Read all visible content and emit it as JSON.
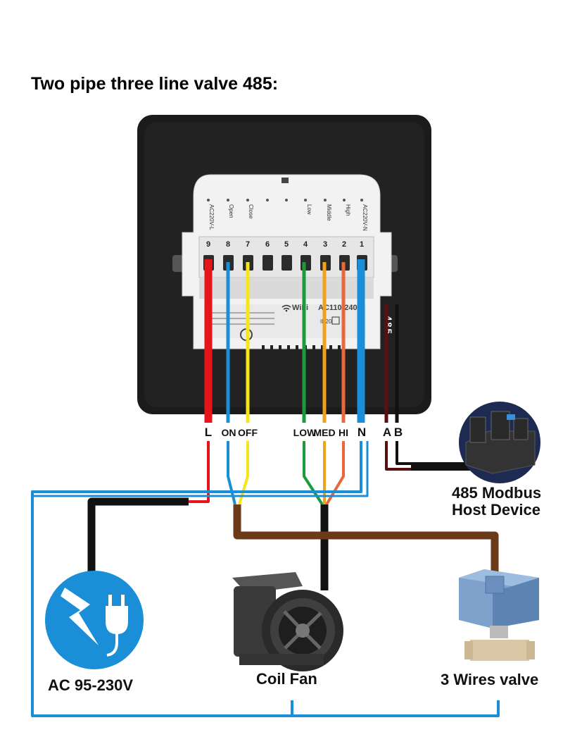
{
  "title": "Two pipe three line valve 485:",
  "device": {
    "terminal_numbers": [
      "9",
      "8",
      "7",
      "6",
      "5",
      "4",
      "3",
      "2",
      "1"
    ],
    "terminal_labels": [
      "AC220V-L",
      "Open",
      "Close",
      "",
      "",
      "Low",
      "Middle",
      "High",
      "AC220V-N"
    ],
    "wifi_text": "WiFi",
    "ac_text": "AC110-240V",
    "ip_text": "IP20",
    "port_label": "485"
  },
  "wire_labels": {
    "L": "L",
    "ON": "ON",
    "OFF": "OFF",
    "LOW": "LOW",
    "MED": "MED",
    "HI": "HI",
    "N": "N",
    "A": "A",
    "B": "B"
  },
  "modbus": {
    "line1": "485 Modbus",
    "line2": "Host Device"
  },
  "components": {
    "power": "AC 95-230V",
    "fan": "Coil Fan",
    "valve": "3 Wires valve"
  },
  "colors": {
    "red": "#e8141c",
    "blue": "#1a8fd8",
    "yellow": "#f6e51a",
    "green": "#1e9a3c",
    "orange": "#f0a21e",
    "salmon": "#e8683c",
    "brown": "#6b3a18",
    "black": "#111111",
    "darkred": "#5a1010",
    "panel": "#1b1b1b"
  },
  "icons": [
    "power-plug-icon",
    "coil-fan-icon",
    "valve-actuator-icon",
    "modbus-host-icon",
    "wifi-icon"
  ]
}
